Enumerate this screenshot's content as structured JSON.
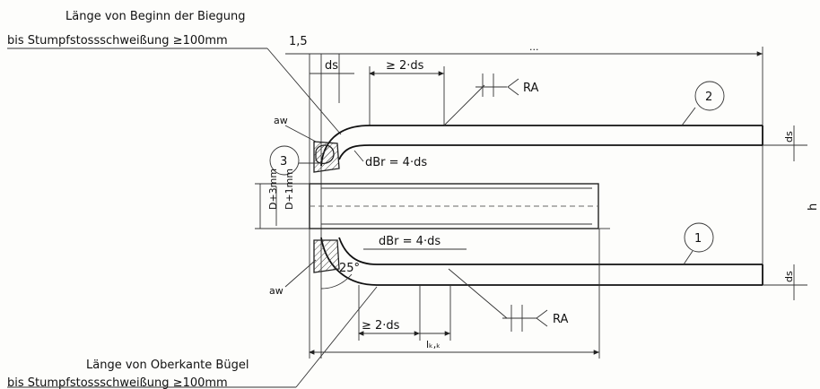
{
  "labels": {
    "note_top_1": "Länge von Beginn der Biegung",
    "note_top_2": "bis Stumpfstossschweißung ≥100mm",
    "note_bottom_1": "Länge von Oberkante Bügel",
    "note_bottom_2": "bis Stumpfstossschweißung ≥100mm",
    "dim_1_5": "1,5",
    "dim_ds_top": "ds",
    "dim_2ds_top": "≥ 2·ds",
    "dim_2ds_bottom": "≥ 2·ds",
    "dim_ds_right_top": "ds",
    "dim_ds_right_bottom": "ds",
    "dim_d3": "D+3mm",
    "dim_d1": "D+1mm",
    "dbr_top": "dBr = 4·ds",
    "dbr_bottom": "dBr = 4·ds",
    "angle": "25°",
    "aw_top": "aw",
    "aw_bottom": "aw",
    "ra_top": "RA",
    "ra_bottom": "RA",
    "callout_1": "1",
    "callout_2": "2",
    "callout_3": "3",
    "lk": "lₖ,ₖ",
    "h_letter": "h",
    "top_dim_mark": "..."
  }
}
